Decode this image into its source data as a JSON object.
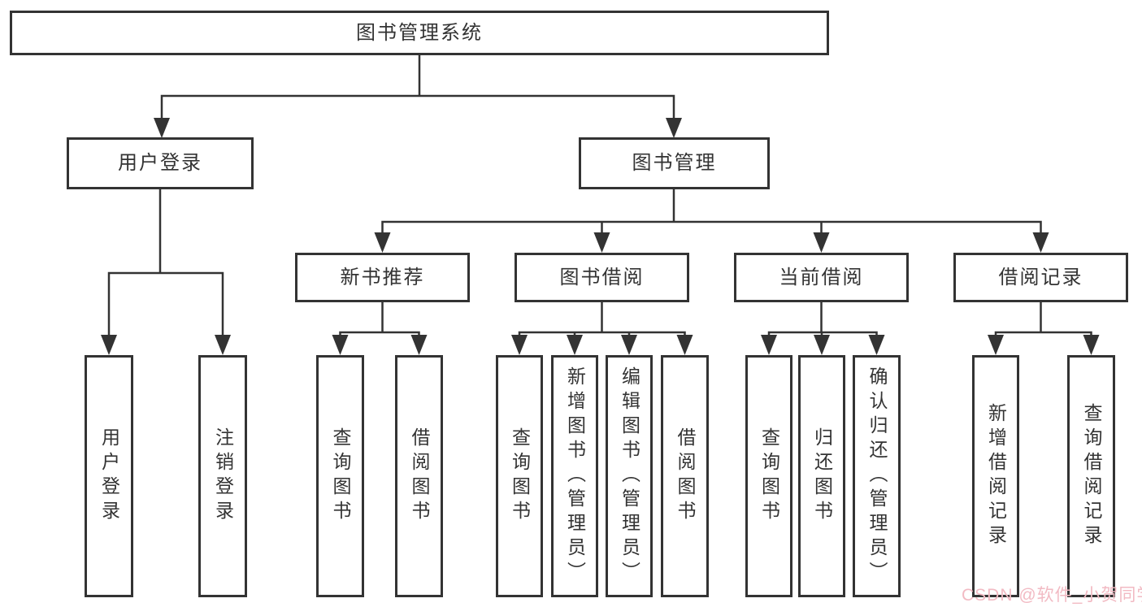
{
  "tree": {
    "label": "图书管理系统",
    "children": [
      {
        "label": "用户登录",
        "children": [
          {
            "label": "用户登录"
          },
          {
            "label": "注销登录"
          }
        ]
      },
      {
        "label": "图书管理",
        "children": [
          {
            "label": "新书推荐",
            "children": [
              {
                "label": "查询图书"
              },
              {
                "label": "借阅图书"
              }
            ]
          },
          {
            "label": "图书借阅",
            "children": [
              {
                "label": "查询图书"
              },
              {
                "label": "新增图书（管理员）"
              },
              {
                "label": "编辑图书（管理员）"
              },
              {
                "label": "借阅图书"
              }
            ]
          },
          {
            "label": "当前借阅",
            "children": [
              {
                "label": "查询图书"
              },
              {
                "label": "归还图书"
              },
              {
                "label": "确认归还（管理员）"
              }
            ]
          },
          {
            "label": "借阅记录",
            "children": [
              {
                "label": "新增借阅记录"
              },
              {
                "label": "查询借阅记录"
              }
            ]
          }
        ]
      }
    ]
  },
  "watermark": {
    "text": "CSDN @软件_小贺同学"
  },
  "colors": {
    "line": "#333333",
    "box_border": "#333333",
    "text": "#333333",
    "watermark": "#f2bac3",
    "background": "#ffffff"
  }
}
